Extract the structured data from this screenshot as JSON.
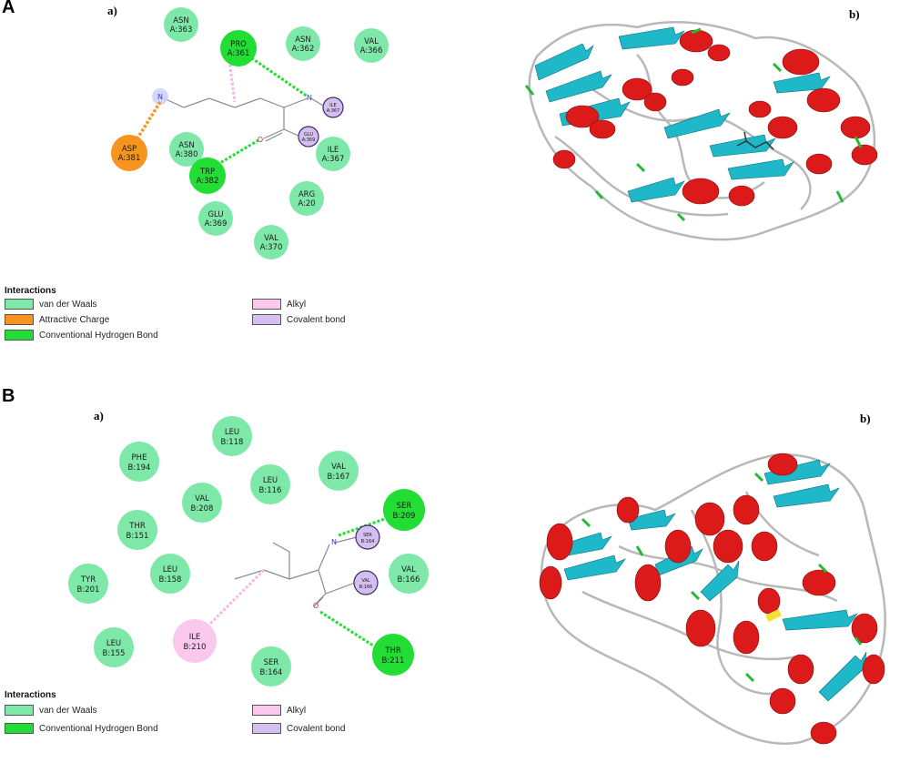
{
  "panels": {
    "A": {
      "letter": "A",
      "sub_a": "a)",
      "sub_b": "b)",
      "residues": [
        {
          "name": "ASN",
          "id": "A:363",
          "kind": "vdw"
        },
        {
          "name": "PRO",
          "id": "A:361",
          "kind": "hbond"
        },
        {
          "name": "ASN",
          "id": "A:362",
          "kind": "vdw"
        },
        {
          "name": "VAL",
          "id": "A:366",
          "kind": "vdw"
        },
        {
          "name": "ASP",
          "id": "A:381",
          "kind": "charge"
        },
        {
          "name": "ASN",
          "id": "A:380",
          "kind": "vdw"
        },
        {
          "name": "ILE",
          "id": "A:367",
          "kind": "vdw"
        },
        {
          "name": "TRP",
          "id": "A:382",
          "kind": "hbond"
        },
        {
          "name": "ARG",
          "id": "A:20",
          "kind": "vdw"
        },
        {
          "name": "GLU",
          "id": "A:369",
          "kind": "vdw"
        },
        {
          "name": "VAL",
          "id": "A:370",
          "kind": "vdw"
        }
      ],
      "small_residues": [
        {
          "name": "ILE",
          "id": "A:367",
          "kind": "covalent"
        },
        {
          "name": "GLU",
          "id": "A:369",
          "kind": "covalent"
        }
      ],
      "legend": {
        "title": "Interactions",
        "items": [
          {
            "label": "van der Waals",
            "color": "#7de8a8"
          },
          {
            "label": "Attractive Charge",
            "color": "#f7941d"
          },
          {
            "label": "Conventional Hydrogen Bond",
            "color": "#22dd33"
          },
          {
            "label": "Alkyl",
            "color": "#f9c8ec"
          },
          {
            "label": "Covalent bond",
            "color": "#d4bff0"
          }
        ]
      }
    },
    "B": {
      "letter": "B",
      "sub_a": "a)",
      "sub_b": "b)",
      "residues": [
        {
          "name": "LEU",
          "id": "B:118",
          "kind": "vdw"
        },
        {
          "name": "PHE",
          "id": "B:194",
          "kind": "vdw"
        },
        {
          "name": "VAL",
          "id": "B:167",
          "kind": "vdw"
        },
        {
          "name": "LEU",
          "id": "B:116",
          "kind": "vdw"
        },
        {
          "name": "VAL",
          "id": "B:208",
          "kind": "vdw"
        },
        {
          "name": "SER",
          "id": "B:209",
          "kind": "hbond"
        },
        {
          "name": "THR",
          "id": "B:151",
          "kind": "vdw"
        },
        {
          "name": "TYR",
          "id": "B:201",
          "kind": "vdw"
        },
        {
          "name": "LEU",
          "id": "B:158",
          "kind": "vdw"
        },
        {
          "name": "VAL",
          "id": "B:166",
          "kind": "vdw"
        },
        {
          "name": "ILE",
          "id": "B:210",
          "kind": "alkyl"
        },
        {
          "name": "LEU",
          "id": "B:155",
          "kind": "vdw"
        },
        {
          "name": "SER",
          "id": "B:164",
          "kind": "vdw"
        },
        {
          "name": "THR",
          "id": "B:211",
          "kind": "hbond"
        }
      ],
      "small_residues": [
        {
          "name": "SER",
          "id": "B:164",
          "kind": "covalent"
        },
        {
          "name": "VAL",
          "id": "B:166",
          "kind": "covalent"
        }
      ],
      "legend": {
        "title": "Interactions",
        "items": [
          {
            "label": "van der Waals",
            "color": "#7de8a8"
          },
          {
            "label": "Conventional Hydrogen Bond",
            "color": "#22dd33"
          },
          {
            "label": "Alkyl",
            "color": "#f9c8ec"
          },
          {
            "label": "Covalent bond",
            "color": "#d4bff0"
          }
        ]
      }
    }
  },
  "atoms": {
    "nitrogen": "N",
    "oxygen": "O"
  },
  "colors": {
    "vdw": "#7de8a8",
    "hbond": "#22dd33",
    "charge": "#f7941d",
    "alkyl": "#f9c8ec",
    "covalent": "#d4bff0",
    "helix": "#dd1a1a",
    "strand": "#1fb8c8",
    "coil": "#b8b8b8",
    "turn": "#22bb33"
  }
}
